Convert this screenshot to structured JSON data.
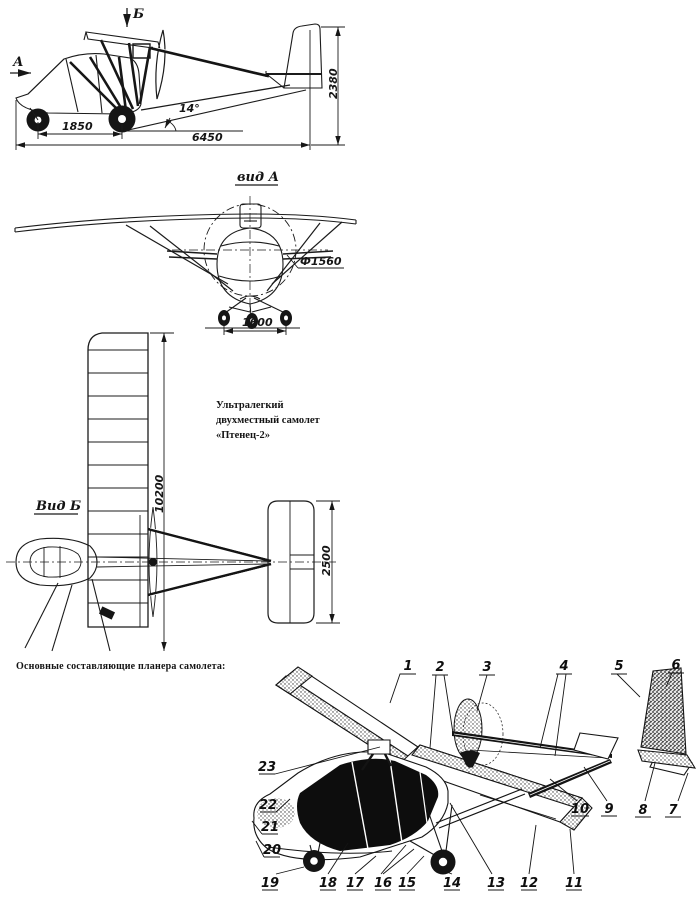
{
  "side_view": {
    "label_a": "А",
    "label_b": "Б",
    "dim_wheelbase": "1850",
    "dim_length": "6450",
    "dim_height": "2380",
    "angle": "14°"
  },
  "front_view": {
    "label": "вид А",
    "prop_diameter": "Ф1560",
    "dim_track": "1600"
  },
  "top_view": {
    "label": "Вид Б",
    "dim_span": "10200",
    "dim_stab": "2500"
  },
  "caption": {
    "line1": "Ультралегкий",
    "line2": "двухместный самолет",
    "line3": "«Птенец-2»"
  },
  "parts_heading": "Основные составляющие планера самолета:",
  "perspective": {
    "callouts": [
      "1",
      "2",
      "3",
      "4",
      "5",
      "6",
      "7",
      "8",
      "9",
      "10",
      "11",
      "12",
      "13",
      "14",
      "15",
      "16",
      "17",
      "18",
      "19",
      "20",
      "21",
      "22",
      "23"
    ]
  }
}
